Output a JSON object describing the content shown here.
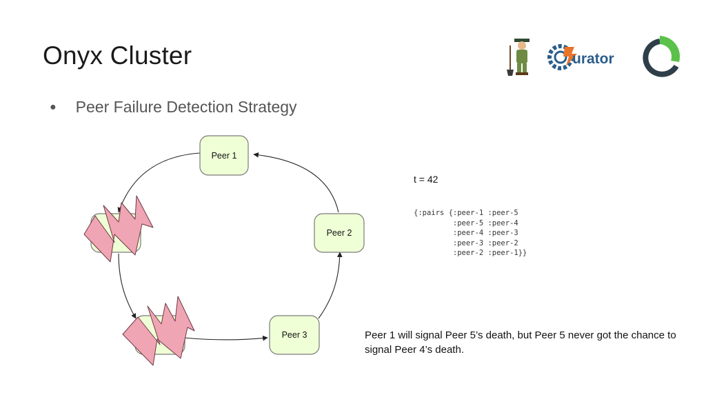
{
  "slide": {
    "title": "Onyx Cluster",
    "bullet": "Peer Failure Detection Strategy",
    "logos": {
      "zookeeper_icon": "zookeeper-keeper-icon",
      "curator_text": "urator",
      "onyx_icon": "onyx-ring-logo"
    }
  },
  "diagram": {
    "peers": [
      {
        "label": "Peer 1",
        "status": "alive"
      },
      {
        "label": "Peer 2",
        "status": "alive"
      },
      {
        "label": "Peer 3",
        "status": "alive"
      },
      {
        "label": "",
        "status": "dead"
      },
      {
        "label": "",
        "status": "dead"
      }
    ],
    "colors": {
      "node_fill": "#efffd6",
      "node_stroke": "#7a7a7a",
      "bolt_fill": "#f0a5b4",
      "bolt_stroke": "#6a3a44",
      "arrow": "#222222"
    }
  },
  "state": {
    "time_label": "t = 42",
    "pairs_text": "{:pairs {:peer-1 :peer-5\n         :peer-5 :peer-4\n         :peer-4 :peer-3\n         :peer-3 :peer-2\n         :peer-2 :peer-1}}"
  },
  "caption": "Peer 1 will signal Peer 5’s death, but Peer 5 never got the chance to signal Peer 4’s death."
}
